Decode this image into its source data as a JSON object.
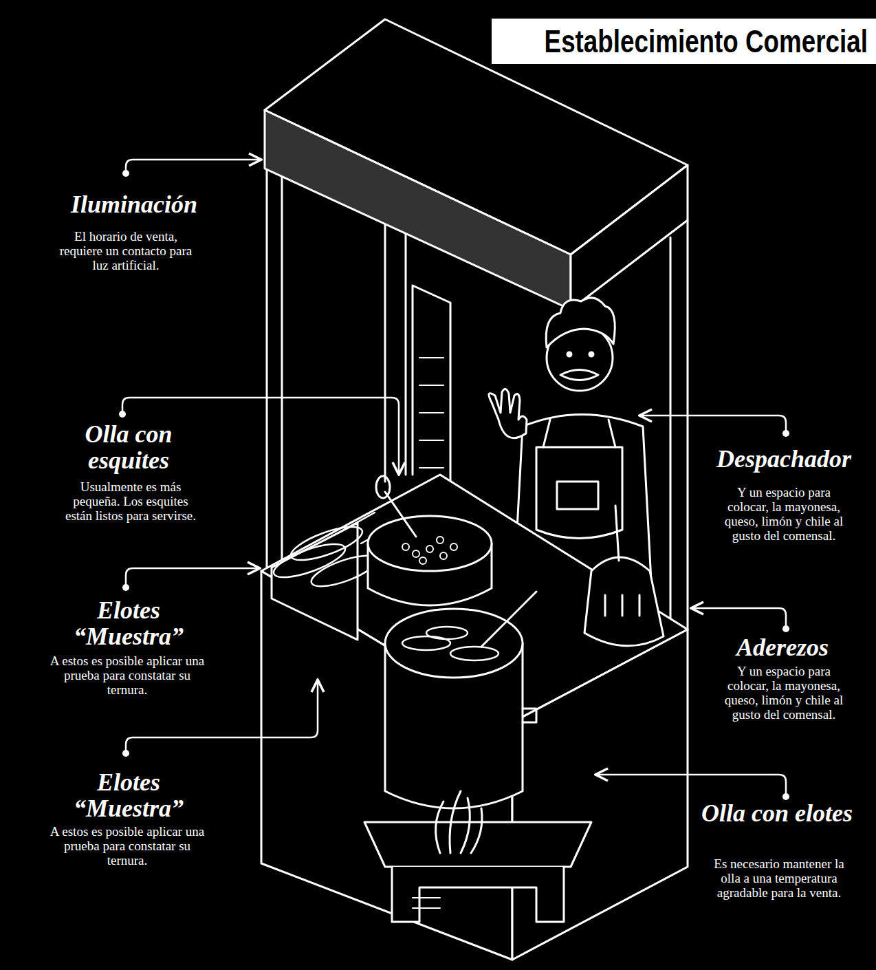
{
  "diagram": {
    "title": "Establecimiento Comercial",
    "labels": [
      "Iluminación",
      "El horario de venta, requiere un contacto para luz artificial.",
      "Olla con esquites",
      "Usualmente es más pequeña. Los esquites están listos para servirse.",
      "Elotes “Muestra”",
      "A estos es posible aplicar una prueba para constatar su ternura.",
      "Elotes “Muestra”",
      "A estos es posible aplicar una prueba para constatar su ternura.",
      "Despachador",
      "Y un espacio para colocar, la mayonesa, queso, limón y chile al gusto del comensal.",
      "Aderezos",
      "Y un espacio para colocar, la mayonesa, queso, limón y chile al gusto del comensal.",
      "Olla con elotes",
      "Es necesario mantener la olla a una temperatura agradable para la venta."
    ]
  }
}
